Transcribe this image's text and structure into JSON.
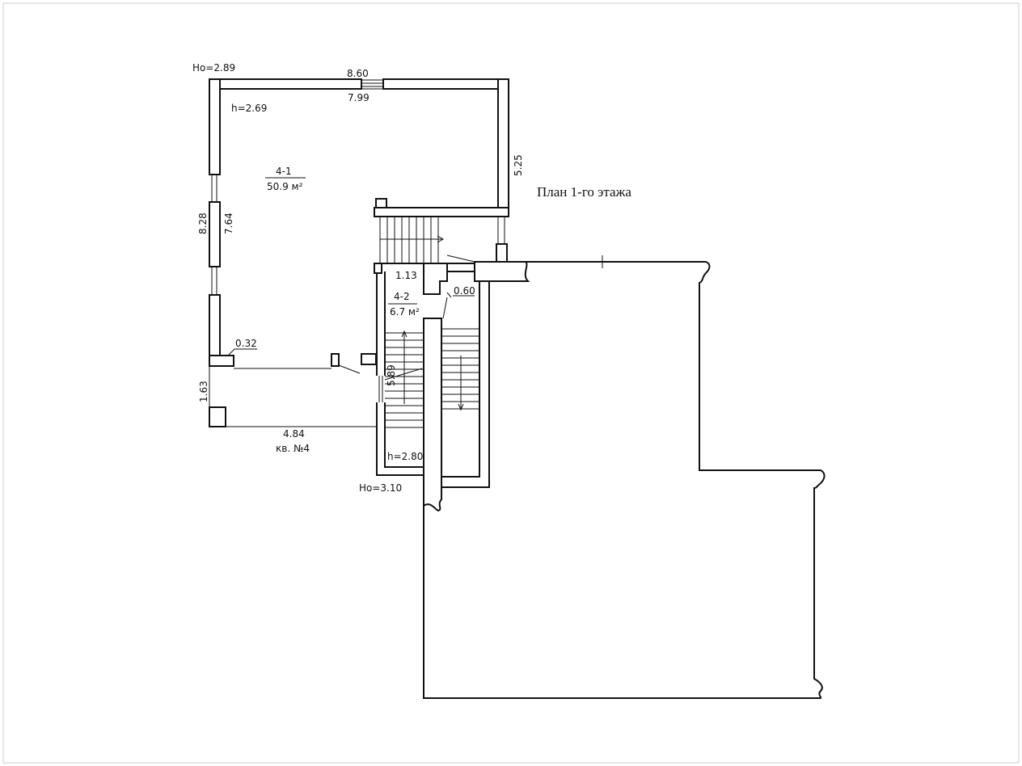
{
  "title": "План 1-го этажа",
  "apartment": "кв. №4",
  "rooms": [
    {
      "id": "4-1",
      "area": "50.9 м²",
      "height": "h=2.69"
    },
    {
      "id": "4-2",
      "area": "6.7 м²",
      "height": "h=2.80"
    }
  ],
  "levels": {
    "top": "Ho=2.89",
    "bottom": "Ho=3.10"
  },
  "dimensions": {
    "top_outer": "8.60",
    "top_inner": "7.99",
    "right_wall": "5.25",
    "left_outer": "8.28",
    "left_inner": "7.64",
    "corner_offset": "0.32",
    "lower_left": "1.63",
    "bottom": "4.84",
    "stair_width": "1.13",
    "stair_block": "0.60",
    "stair_length": "5.89"
  }
}
